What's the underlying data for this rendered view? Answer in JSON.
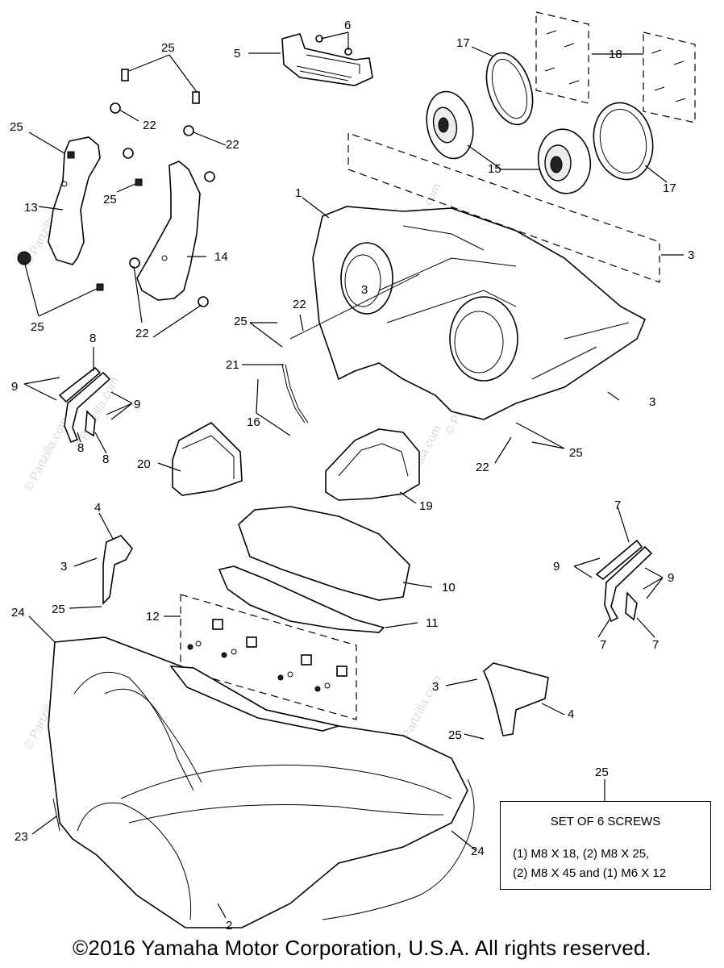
{
  "callouts": {
    "c1": "1",
    "c2": "2",
    "c3": "3",
    "c4": "4",
    "c5": "5",
    "c6": "6",
    "c7": "7",
    "c8": "8",
    "c9": "9",
    "c10": "10",
    "c11": "11",
    "c12": "12",
    "c13": "13",
    "c14": "14",
    "c15": "15",
    "c16": "16",
    "c17": "17",
    "c18": "18",
    "c19": "19",
    "c20": "20",
    "c21": "21",
    "c22": "22",
    "c23": "23",
    "c24": "24",
    "c25": "25"
  },
  "screw_set": {
    "callout": "25",
    "title": "SET OF 6 SCREWS",
    "line1": "(1) M8 X 18, (2) M8 X 25,",
    "line2": "(2) M8 X 45 and (1) M6 X 12"
  },
  "watermark": "© Partzilla.com",
  "copyright": "©2016 Yamaha Motor Corporation, U.S.A. All rights reserved."
}
